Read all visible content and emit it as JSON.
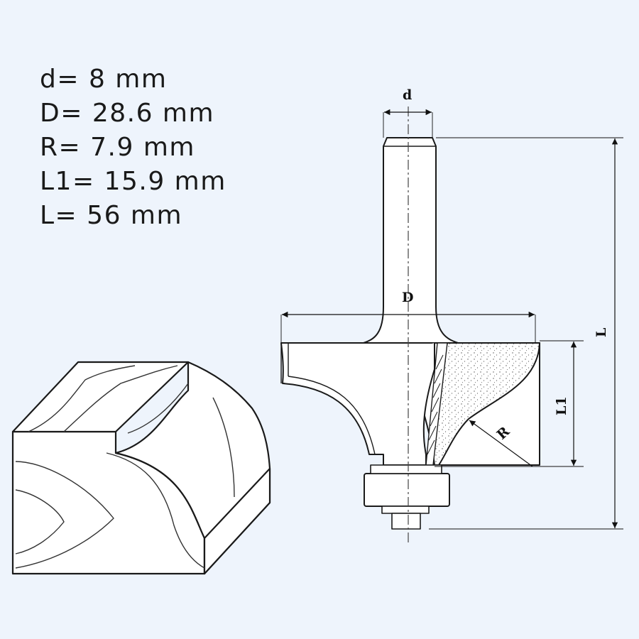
{
  "specs": [
    {
      "label": "d",
      "value": "8 mm"
    },
    {
      "label": "D",
      "value": "28.6 mm"
    },
    {
      "label": "R",
      "value": "7.9 mm"
    },
    {
      "label": "L1",
      "value": "15.9 mm"
    },
    {
      "label": "L",
      "value": "56 mm"
    }
  ],
  "spec_lines": [
    "d= 8 mm",
    "D= 28.6 mm",
    "R= 7.9 mm",
    "L1= 15.9 mm",
    "L= 56 mm"
  ],
  "dimension_labels": {
    "d": "d",
    "D": "D",
    "R": "R",
    "L1": "L1",
    "L": "L"
  },
  "colors": {
    "background": "#eef4fc",
    "ink": "#1a1a1a",
    "carbide": "#ffffff"
  }
}
